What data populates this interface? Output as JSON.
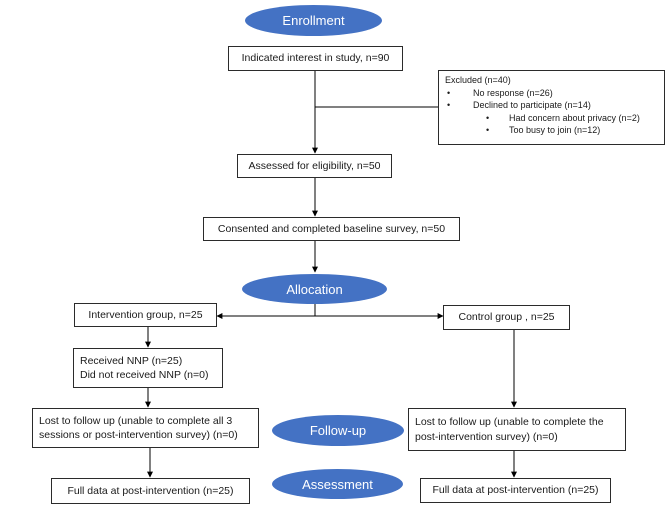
{
  "phases": {
    "enrollment": "Enrollment",
    "allocation": "Allocation",
    "followup": "Follow-up",
    "assessment": "Assessment"
  },
  "boxes": {
    "interest": "Indicated interest in study, n=90",
    "eligibility": "Assessed for eligibility, n=50",
    "consented": "Consented and completed baseline survey, n=50",
    "intervention_group": "Intervention group, n=25",
    "control_group": "Control group , n=25",
    "received_nnp": "Received NNP (n=25)",
    "not_received_nnp": "Did not received NNP (n=0)",
    "lost_intervention_1": "Lost to follow up (unable to complete all 3",
    "lost_intervention_2": "sessions or post-intervention survey) (n=0)",
    "lost_control_1": "Lost to follow up (unable to complete the",
    "lost_control_2": "post-intervention survey) (n=0)",
    "full_intervention": "Full data at post-intervention (n=25)",
    "full_control": "Full data at post-intervention (n=25)"
  },
  "excluded": {
    "title": "Excluded (n=40)",
    "no_response": "No response (n=26)",
    "declined": "Declined to participate (n=14)",
    "privacy": "Had concern about privacy (n=2)",
    "busy": "Too busy to join (n=12)",
    "bullet": "•"
  },
  "colors": {
    "phase_oval": "#4472c4",
    "box_border": "#2b2b2b",
    "connector": "#000000"
  }
}
